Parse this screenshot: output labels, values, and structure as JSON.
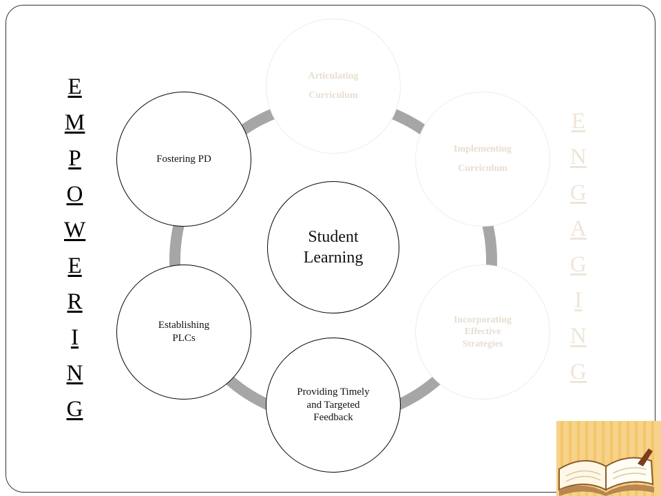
{
  "center": {
    "label_line1": "Student",
    "label_line2": "Learning"
  },
  "nodes": {
    "articulating": {
      "line1": "Articulating",
      "line2": "Curriculum"
    },
    "implementing": {
      "line1": "Implementing",
      "line2": "Curriculum"
    },
    "incorporating": {
      "line1": "Incorporating",
      "line2": "Effective",
      "line3": "Strategies"
    },
    "providing": {
      "line1": "Providing Timely",
      "line2": "and Targeted",
      "line3": "Feedback"
    },
    "establishing": {
      "line1": "Establishing",
      "line2": "PLCs"
    },
    "fostering": {
      "line1": "Fostering PD"
    }
  },
  "left_word": [
    "E",
    "M",
    "P",
    "O",
    "W",
    "E",
    "R",
    "I",
    "N",
    "G"
  ],
  "right_word": [
    "E",
    "N",
    "G",
    "A",
    "G",
    "I",
    "N",
    "G"
  ],
  "colors": {
    "ring": "#a6a6a6",
    "faint_text": "#e7ddd0",
    "book_background": "#f6d28a",
    "book_stripes": "#f3c66a"
  },
  "icons": {
    "corner_image": "open-book-icon"
  }
}
